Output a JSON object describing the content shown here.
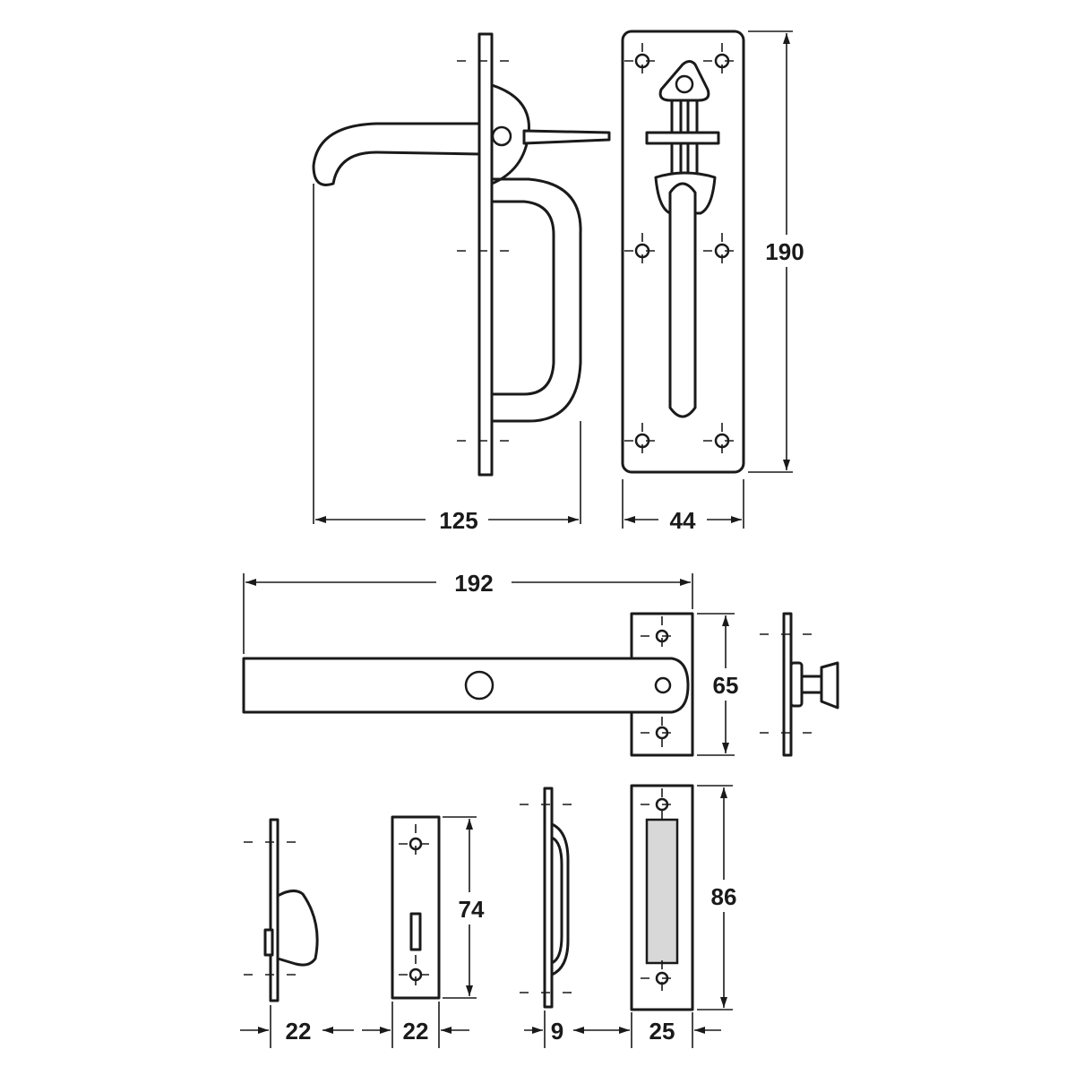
{
  "dimensions": {
    "lever_projection": "125",
    "backplate_width": "44",
    "backplate_height": "190",
    "bar_length": "192",
    "keep_plate_height": "65",
    "catch_projection": "22",
    "catch_plate_width": "22",
    "catch_plate_height": "74",
    "pull_projection": "9",
    "receiver_plate_width": "25",
    "receiver_plate_height": "86"
  }
}
